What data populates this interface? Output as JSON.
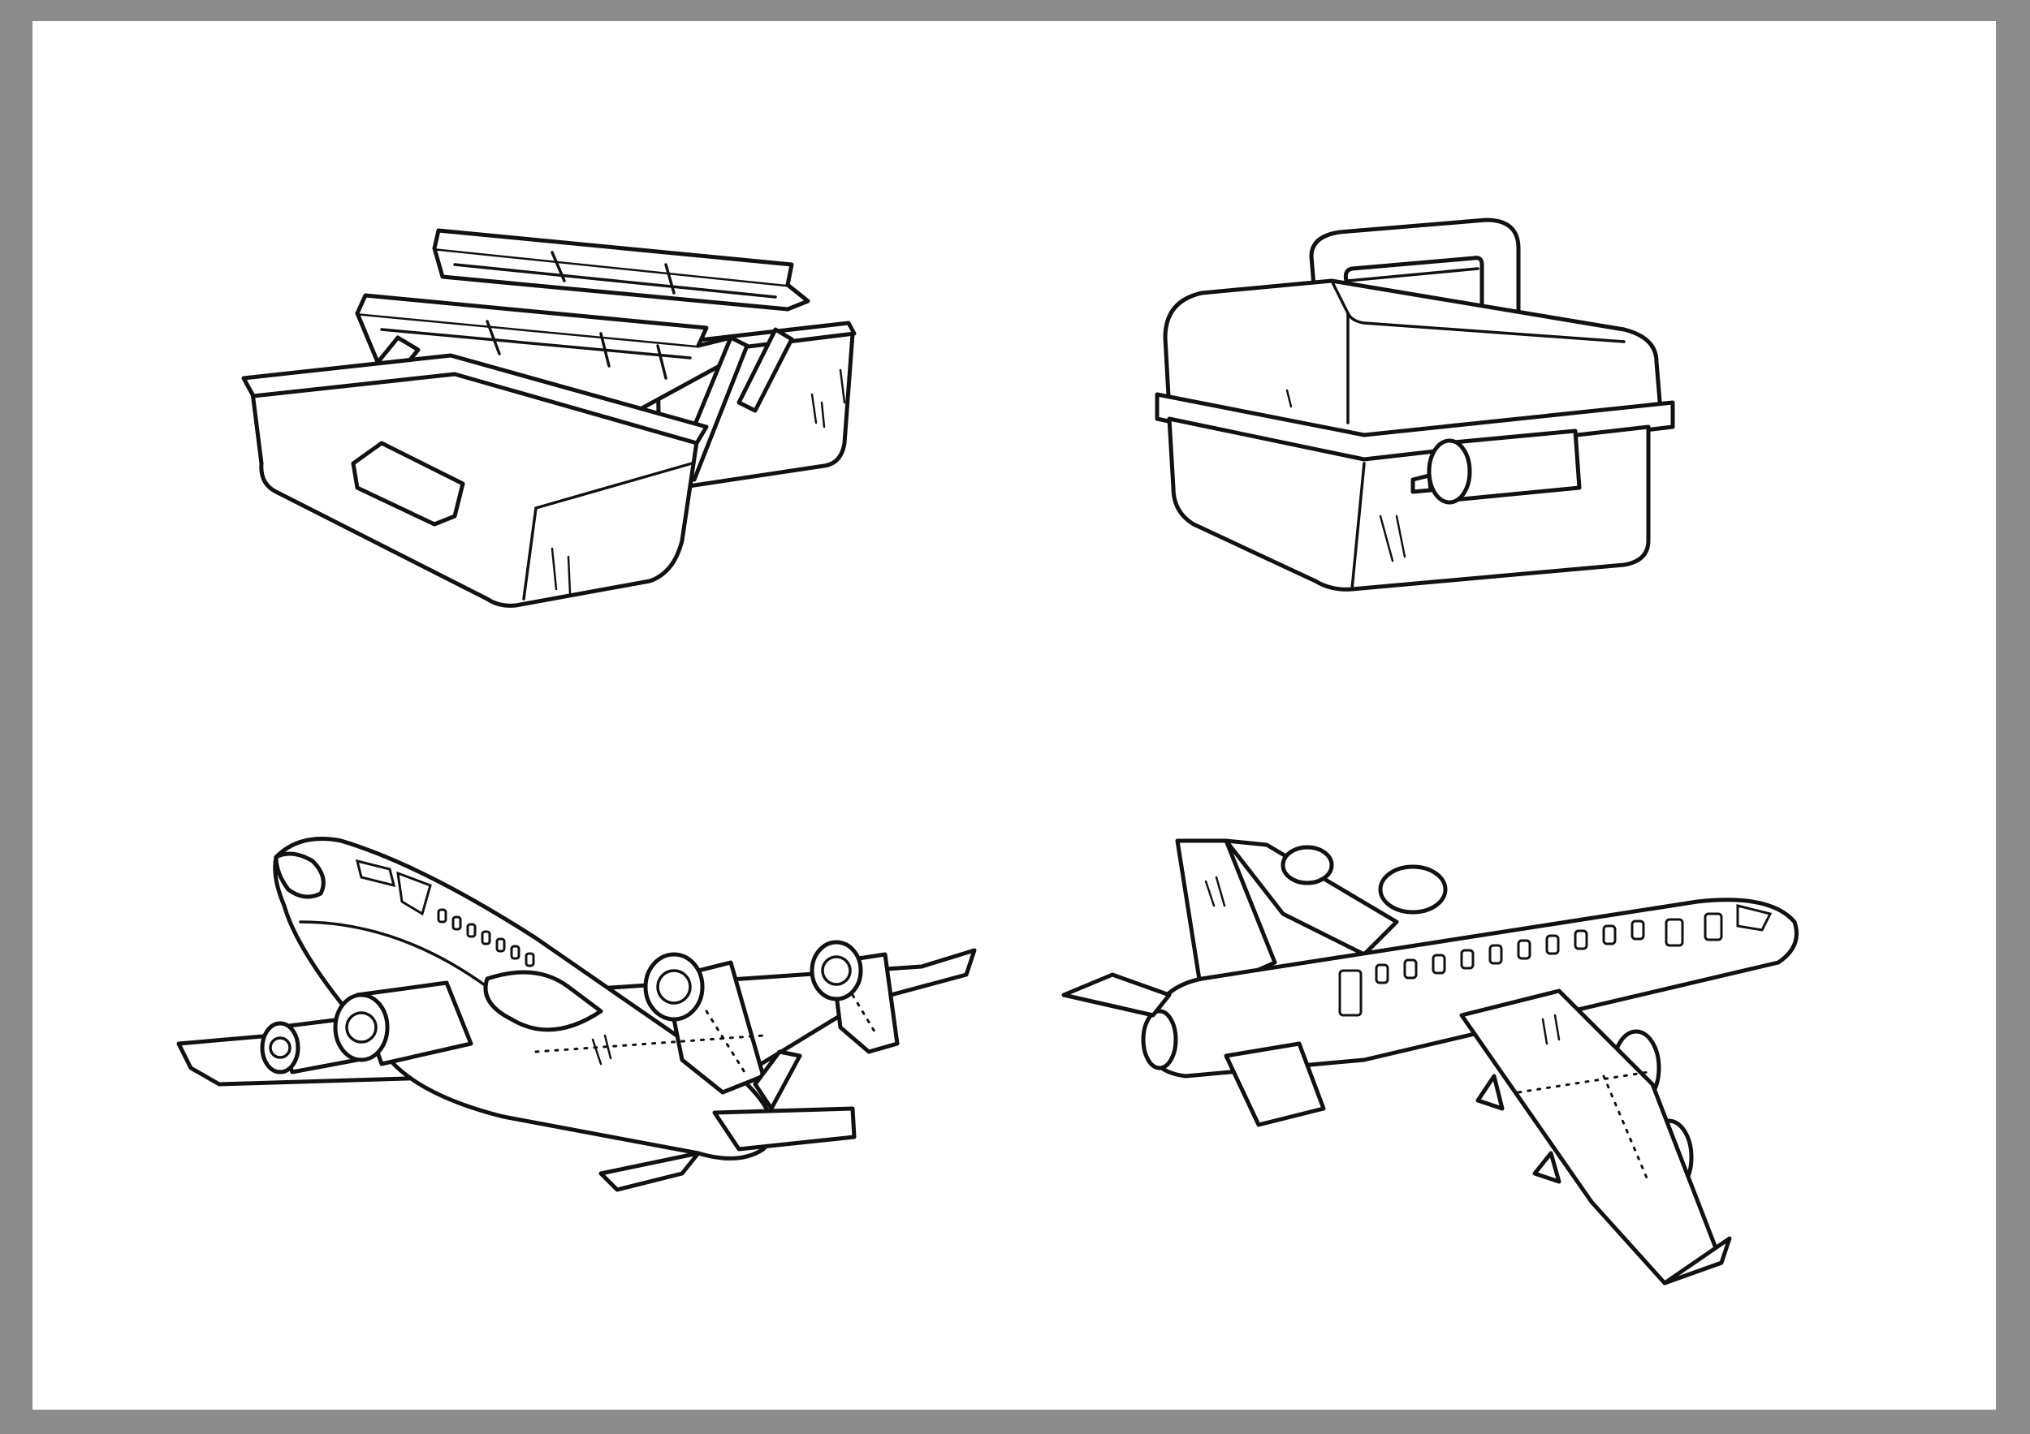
{
  "page": {
    "background_color": "#8c8c8c",
    "sheet_color": "#ffffff",
    "line_color": "#111111"
  },
  "illustrations": [
    {
      "name": "open-toolbox",
      "icon": "toolbox-open-icon"
    },
    {
      "name": "closed-toolbox",
      "icon": "toolbox-closed-icon"
    },
    {
      "name": "airplane-left",
      "icon": "airplane-icon"
    },
    {
      "name": "airplane-right",
      "icon": "airplane-icon"
    }
  ]
}
